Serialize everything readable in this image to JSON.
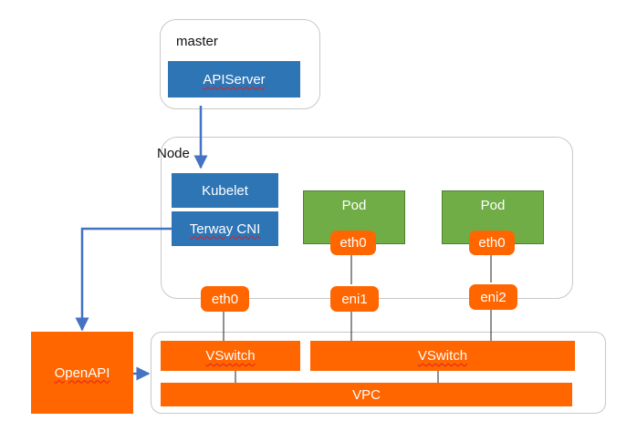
{
  "frames": {
    "master_label": "master",
    "node_label": "Node"
  },
  "boxes": {
    "apiserver": "APIServer",
    "kubelet": "Kubelet",
    "terway": "Terway CNI",
    "pod1": "Pod",
    "pod2": "Pod",
    "openapi": "OpenAPI",
    "vswitch1": "VSwitch",
    "vswitch2": "VSwitch",
    "vpc": "VPC"
  },
  "interfaces": {
    "pod1_eth0": "eth0",
    "pod2_eth0": "eth0",
    "node_eth0": "eth0",
    "eni1": "eni1",
    "eni2": "eni2"
  },
  "colors": {
    "blue": "#2e75b6",
    "green": "#70ad47",
    "orange": "#ff6600",
    "connector": "#4472c4"
  }
}
